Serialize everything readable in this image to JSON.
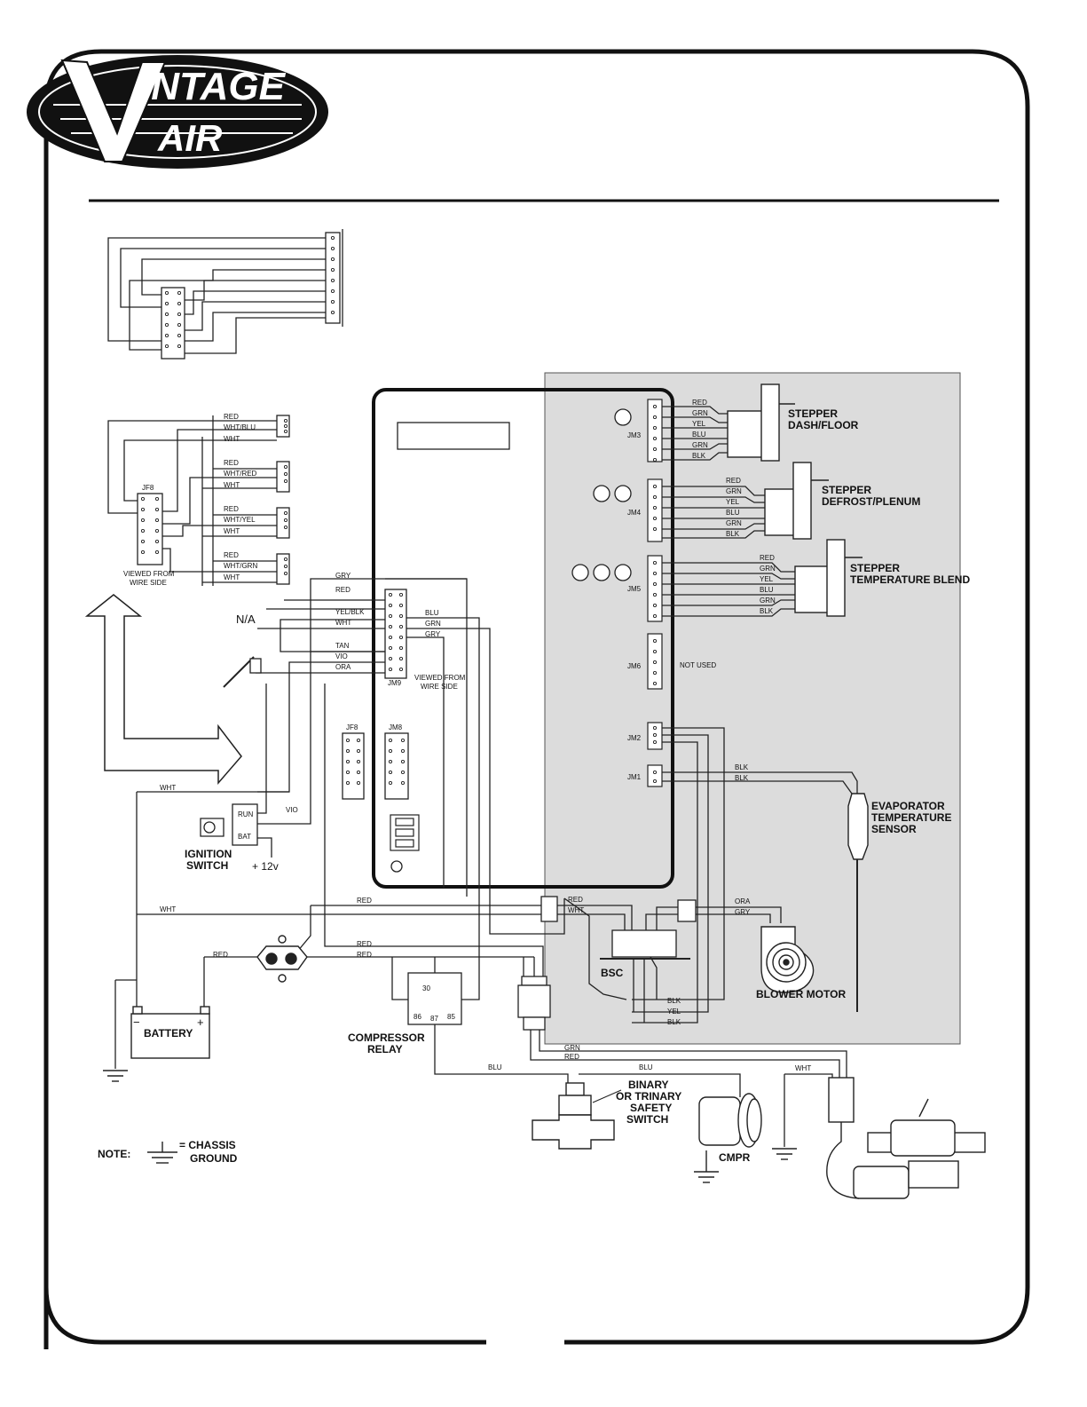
{
  "logo": {
    "top": "INTAGE",
    "bottom": "AIR"
  },
  "top_harness": {
    "wires": [
      "RED",
      "WHT/BLU",
      "WHT",
      "RED",
      "WHT/RED",
      "WHT",
      "RED",
      "WHT/YEL",
      "WHT",
      "RED",
      "WHT/GRN",
      "WHT"
    ],
    "connector": "JF8",
    "viewed": [
      "VIEWED FROM",
      "WIRE SIDE"
    ]
  },
  "controller": {
    "jm9_label": "JM9",
    "jm9_viewed": [
      "VIEWED FROM",
      "WIRE SIDE"
    ],
    "jm9_left_wires": [
      "GRY",
      "RED",
      "YEL/BLK",
      "WHT",
      "TAN",
      "VIO",
      "ORA"
    ],
    "jm9_right_wires": [
      "BLU",
      "GRN",
      "GRY"
    ],
    "na_label": "N/A",
    "jf8_label": "JF8",
    "jm8_label": "JM8"
  },
  "panel": {
    "jm3": "JM3",
    "jm4": "JM4",
    "jm5": "JM5",
    "jm6": "JM6",
    "jm2": "JM2",
    "jm1": "JM1",
    "stepper_wires": [
      "RED",
      "GRN",
      "YEL",
      "BLU",
      "GRN",
      "BLK"
    ],
    "stepper1": [
      "STEPPER",
      "DASH/FLOOR"
    ],
    "stepper2": [
      "STEPPER",
      "DEFROST/PLENUM"
    ],
    "stepper3": [
      "STEPPER",
      "TEMPERATURE BLEND"
    ],
    "not_used": "NOT USED",
    "jm1_wires": [
      "BLK",
      "BLK"
    ],
    "evap": [
      "EVAPORATOR",
      "TEMPERATURE",
      "SENSOR"
    ]
  },
  "lower": {
    "wht_top": "WHT",
    "vio": "VIO",
    "run": "RUN",
    "bat": "BAT",
    "ignition": [
      "IGNITION",
      "SWITCH"
    ],
    "plus12": "+ 12v",
    "wht_mid": "WHT",
    "red_mid": "RED",
    "red_bus1": "RED",
    "red_bus2": "RED",
    "red_batt": "RED",
    "blower_left": [
      "RED",
      "WHT"
    ],
    "blower_right": [
      "ORA",
      "GRY"
    ],
    "bsc": "BSC",
    "bsc_wires": [
      "BLK",
      "YEL",
      "BLK"
    ],
    "blower": "BLOWER MOTOR",
    "relay_pins": [
      "30",
      "86",
      "87",
      "85"
    ],
    "relay": [
      "COMPRESSOR",
      "RELAY"
    ],
    "battery": "BATTERY",
    "batt_minus": "−",
    "batt_plus": "+",
    "grn_red": [
      "GRN",
      "RED"
    ],
    "blu1": "BLU",
    "blu2": "BLU",
    "wht_right": "WHT",
    "binary": [
      "BINARY",
      "OR TRINARY",
      "SAFETY",
      "SWITCH"
    ],
    "cmpr": "CMPR",
    "note": "NOTE:",
    "note_eq": [
      "= CHASSIS",
      "GROUND"
    ]
  }
}
